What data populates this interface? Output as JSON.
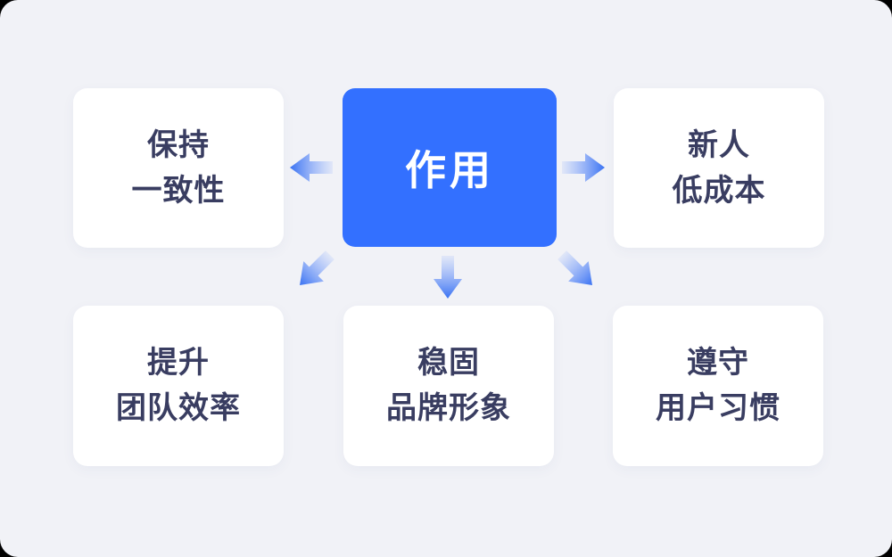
{
  "diagram": {
    "center": {
      "label": "作用"
    },
    "nodes": {
      "top_left": {
        "line1": "保持",
        "line2": "一致性"
      },
      "top_right": {
        "line1": "新人",
        "line2": "低成本"
      },
      "bottom_left": {
        "line1": "提升",
        "line2": "团队效率"
      },
      "bottom_center": {
        "line1": "稳固",
        "line2": "品牌形象"
      },
      "bottom_right": {
        "line1": "遵守",
        "line2": "用户习惯"
      }
    },
    "arrows": [
      {
        "name": "arrow-left",
        "direction": "left"
      },
      {
        "name": "arrow-right",
        "direction": "right"
      },
      {
        "name": "arrow-down-left",
        "direction": "down-left"
      },
      {
        "name": "arrow-down",
        "direction": "down"
      },
      {
        "name": "arrow-down-right",
        "direction": "down-right"
      }
    ],
    "colors": {
      "accent_blue": "#3370FF",
      "arrow_head_blue": "#3D74F4",
      "text_navy": "#393D61",
      "panel_background": "#F1F2F7",
      "card_background": "#FFFFFF",
      "center_text": "#FFFFFF",
      "outer_background": "#000000"
    }
  }
}
